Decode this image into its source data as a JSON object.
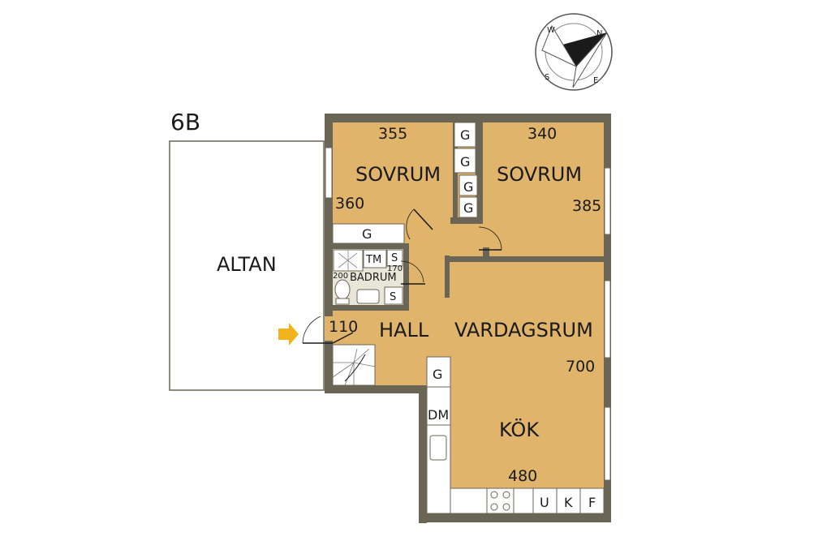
{
  "unit_label": "6B",
  "rooms": {
    "altan": "ALTAN",
    "sovrum_left": "SOVRUM",
    "sovrum_right": "SOVRUM",
    "badrum": "BADRUM",
    "hall": "HALL",
    "vardagsrum": "VARDAGSRUM",
    "kok": "KÖK"
  },
  "dimensions": {
    "sovrum_left_width": "355",
    "sovrum_left_depth": "360",
    "sovrum_right_width": "340",
    "sovrum_right_depth": "385",
    "badrum_width": "170",
    "badrum_depth": "200",
    "hall_width": "110",
    "vardagsrum_depth": "700",
    "kok_width": "480"
  },
  "fixtures": {
    "g": "G",
    "tm": "TM",
    "s": "S",
    "dm": "DM",
    "u": "U",
    "k": "K",
    "f": "F"
  },
  "compass": {
    "n": "N",
    "s": "S",
    "e": "E",
    "w": "W"
  },
  "colors": {
    "floor": "#E1B46C",
    "wall": "#6B6555",
    "bath_floor": "#E8E6D8",
    "entry_arrow": "#F2B41D"
  }
}
